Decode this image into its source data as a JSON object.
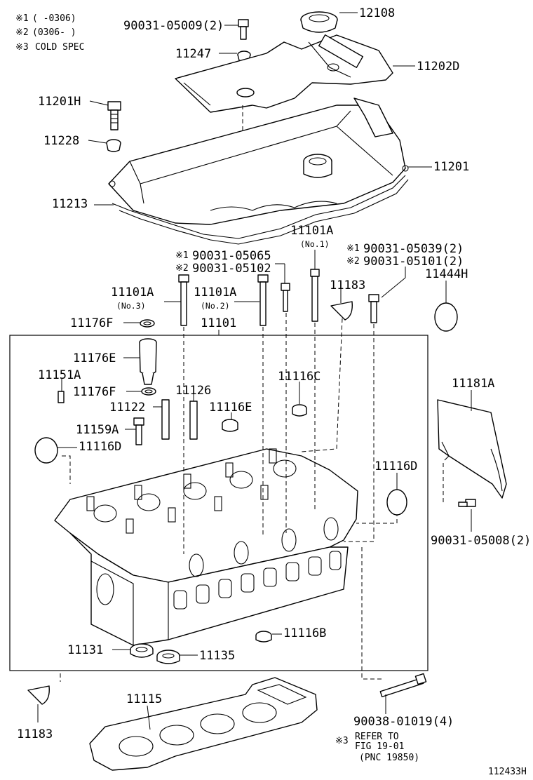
{
  "notes": [
    {
      "mark": "※1",
      "text": "(      -0306)"
    },
    {
      "mark": "※2",
      "text": "(0306-      )"
    },
    {
      "mark": "※3",
      "text": "COLD SPEC"
    }
  ],
  "labels": {
    "p12108": "12108",
    "p90031_05009": "90031-05009(2)",
    "p11247": "11247",
    "p11202D": "11202D",
    "p11201H": "11201H",
    "p11228": "11228",
    "p11201": "11201",
    "p11213": "11213",
    "p11101A_no1": "11101A",
    "no1": "(No.1)",
    "p90031_05065": "90031-05065",
    "p90031_05102": "90031-05102",
    "p90031_05039": "90031-05039(2)",
    "p90031_05101": "90031-05101(2)",
    "p11444H": "11444H",
    "p11101A_no3": "11101A",
    "no3": "(No.3)",
    "p11101A_no2": "11101A",
    "no2": "(No.2)",
    "p11183_top": "11183",
    "p11176F_top": "11176F",
    "p11101": "11101",
    "p11176E": "11176E",
    "p11151A": "11151A",
    "p11176F_mid": "11176F",
    "p11126": "11126",
    "p11116C": "11116C",
    "p11181A": "11181A",
    "p11122": "11122",
    "p11116E": "11116E",
    "p11159A": "11159A",
    "p11116D_left": "11116D",
    "p11116D_right": "11116D",
    "p90031_05008": "90031-05008(2)",
    "p11116B": "11116B",
    "p11131": "11131",
    "p11135": "11135",
    "p11115": "11115",
    "p11183_bottom": "11183",
    "p90038_01019": "90038-01019(4)",
    "refer_to": "REFER TO",
    "fig": "FIG 19-01",
    "pnc": "(PNC 19850)",
    "fig_id": "112433H"
  },
  "marks": {
    "m1": "※1",
    "m2": "※2",
    "m3": "※3"
  }
}
